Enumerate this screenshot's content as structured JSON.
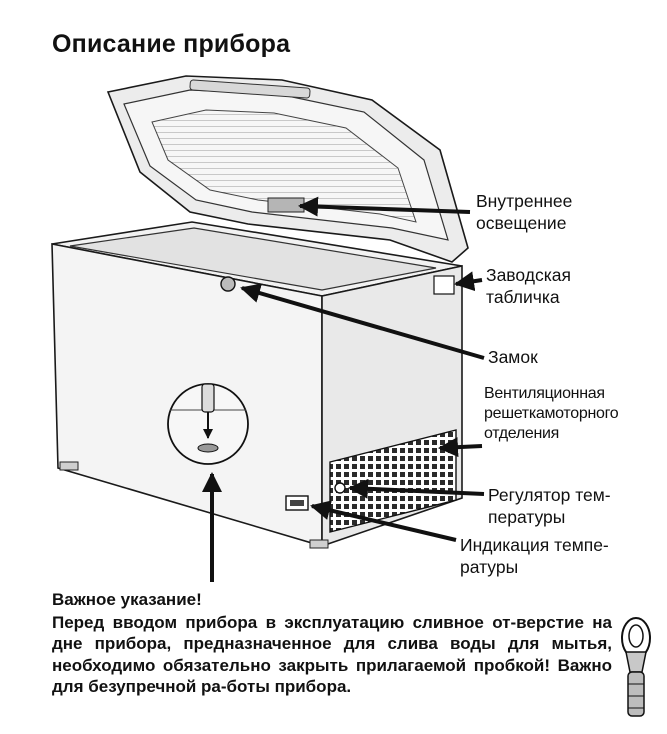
{
  "page_title": "Описание прибора",
  "callouts": {
    "internal_light": "Внутреннее\nосвещение",
    "rating_plate": "Заводская\nтабличка",
    "lock": "Замок",
    "vent_grille": "Вентиляционная\nрешеткамоторного\nотделения",
    "temp_regulator": "Регулятор тем-\nпературы",
    "temp_indicator": "Индикация темпе-\nратуры"
  },
  "note": {
    "heading": "Важное указание!",
    "body": "Перед вводом прибора в эксплуатацию сливное от-верстие на дне прибора, предназначенное для слива воды для мытья, необходимо обязательно закрыть прилагаемой пробкой! Важно для безупречной ра-боты прибора."
  },
  "colors": {
    "line": "#1a1a1a",
    "body_fill": "#f3f3f3",
    "lid_fill": "#e6e6e6",
    "grille": "#2a2a2a"
  }
}
